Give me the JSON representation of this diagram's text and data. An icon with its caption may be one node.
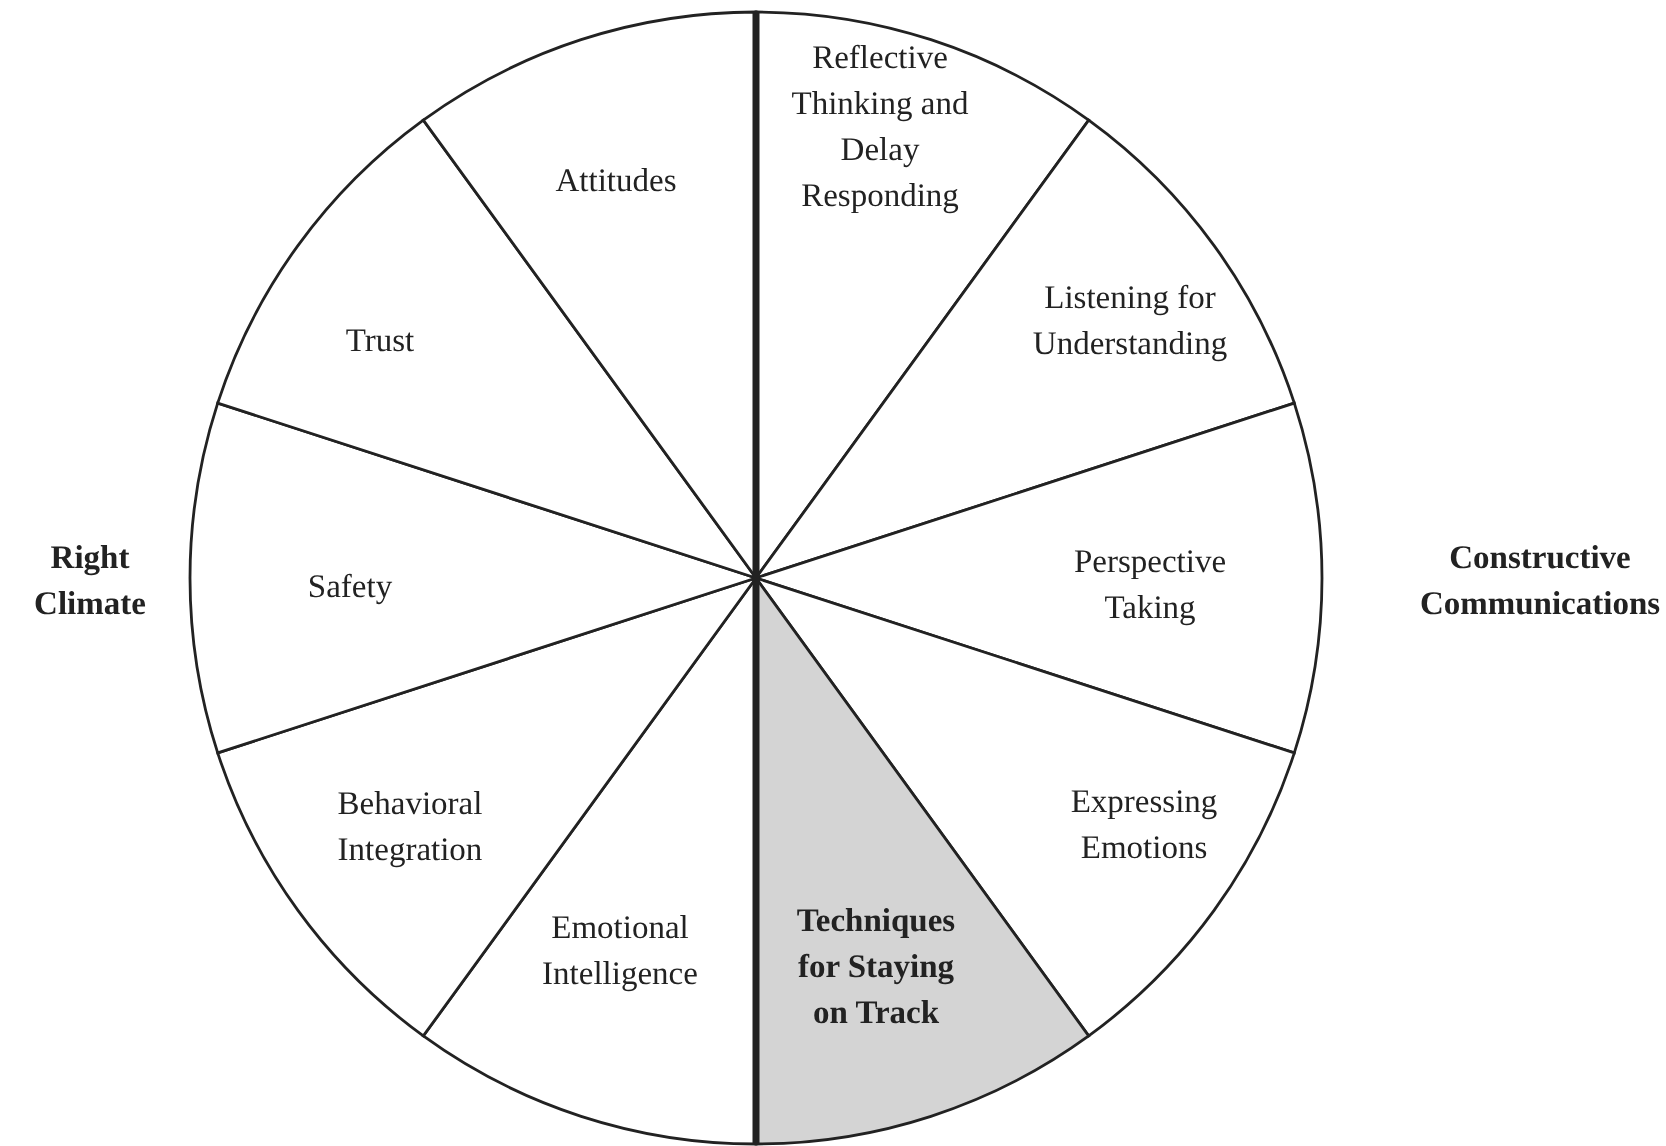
{
  "diagram": {
    "nodes": [
      {
        "text": [
          "Reflective Thinking and Delay Responding"
        ]
      },
      {
        "text": [
          "Listening for Understanding"
        ]
      },
      {
        "text": [
          "Perspective Taking"
        ]
      },
      {
        "text": [
          "Expressing Emotions"
        ]
      },
      {
        "text": [
          "Techniques for Staying on Track"
        ]
      },
      {
        "text": [
          "Emotional Intelligence"
        ]
      },
      {
        "text": [
          "Behavioral Integration"
        ]
      },
      {
        "text": [
          "Safety"
        ]
      },
      {
        "text": [
          "Trust"
        ]
      },
      {
        "text": [
          "Attitudes"
        ]
      }
    ],
    "labels": [
      "Right Climate",
      "Constructive Communications"
    ]
  }
}
